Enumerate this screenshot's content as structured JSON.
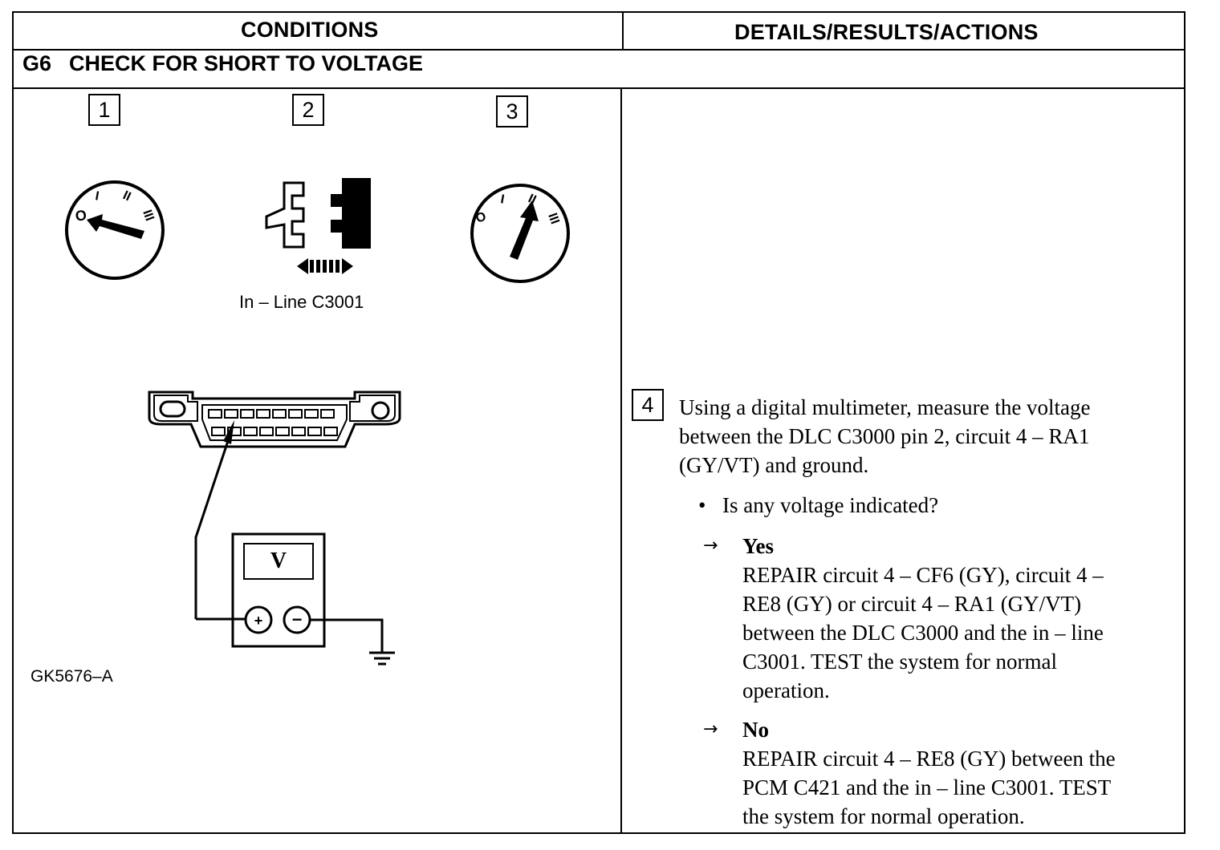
{
  "header": {
    "left_title": "CONDITIONS",
    "right_title": "DETAILS/RESULTS/ACTIONS"
  },
  "section": {
    "code": "G6",
    "title": "CHECK FOR SHORT TO VOLTAGE"
  },
  "steps": {
    "s1": "1",
    "s2": "2",
    "s3": "3",
    "s4": "4"
  },
  "illustration": {
    "connector_caption": "In – Line C3001",
    "meter_label": "V",
    "figure_id": "GK5676–A",
    "icons": [
      "ignition-switch-off-icon",
      "connector-disconnect-icon",
      "ignition-switch-run-icon",
      "dlc-connector-icon",
      "multimeter-icon",
      "ground-symbol-icon"
    ]
  },
  "details": {
    "step4_lines": [
      "Using a digital multimeter, measure the voltage",
      "between the DLC C3000 pin 2, circuit 4 – RA1",
      "(GY/VT) and ground."
    ],
    "question": "Is any voltage indicated?",
    "yes": {
      "label": "Yes",
      "lines": [
        "REPAIR circuit 4 – CF6 (GY), circuit 4 –",
        "RE8 (GY) or circuit 4 – RA1 (GY/VT)",
        "between the DLC C3000 and the in – line",
        "C3001. TEST the system for normal",
        "operation."
      ]
    },
    "no": {
      "label": "No",
      "lines": [
        "REPAIR circuit 4 – RE8 (GY) between the",
        "PCM C421 and the in – line C3001. TEST",
        "the system for normal operation."
      ]
    }
  }
}
